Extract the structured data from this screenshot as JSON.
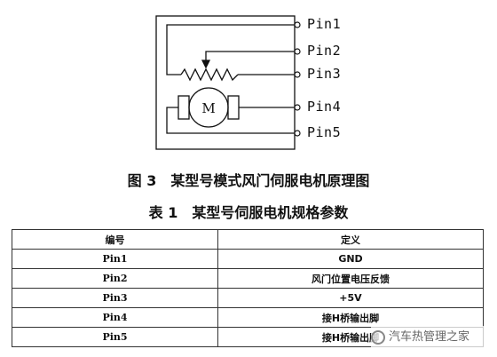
{
  "diagram": {
    "motor_label": "M",
    "pins": [
      "Pin1",
      "Pin2",
      "Pin3",
      "Pin4",
      "Pin5"
    ]
  },
  "figure_caption": "图 3　某型号模式风门伺服电机原理图",
  "table_caption": "表 1　某型号伺服电机规格参数",
  "table": {
    "headers": [
      "编号",
      "定义"
    ],
    "rows": [
      [
        "Pin1",
        "GND"
      ],
      [
        "Pin2",
        "风门位置电压反馈"
      ],
      [
        "Pin3",
        "+5V"
      ],
      [
        "Pin4",
        "接H桥输出脚"
      ],
      [
        "Pin5",
        "接H桥输出脚"
      ]
    ]
  },
  "watermark": "汽车热管理之家"
}
